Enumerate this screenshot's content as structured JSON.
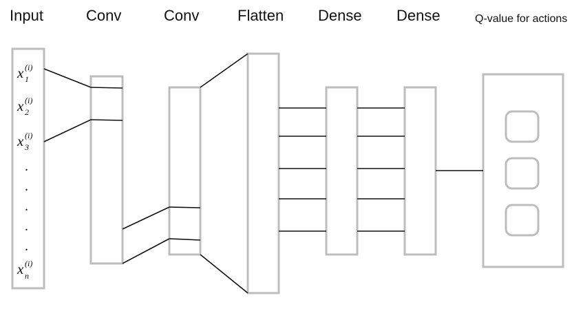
{
  "headers": {
    "input": "Input",
    "conv1": "Conv",
    "conv2": "Conv",
    "flatten": "Flatten",
    "dense1": "Dense",
    "dense2": "Dense",
    "output": "Q-value for actions"
  },
  "inputs": {
    "var": "x",
    "sup": "(i)",
    "subs": [
      "1",
      "2",
      "3",
      "n"
    ],
    "ellipsis": "."
  },
  "colors": {
    "box_stroke": "#bdbdbd",
    "line": "#111111",
    "text": "#111111"
  }
}
